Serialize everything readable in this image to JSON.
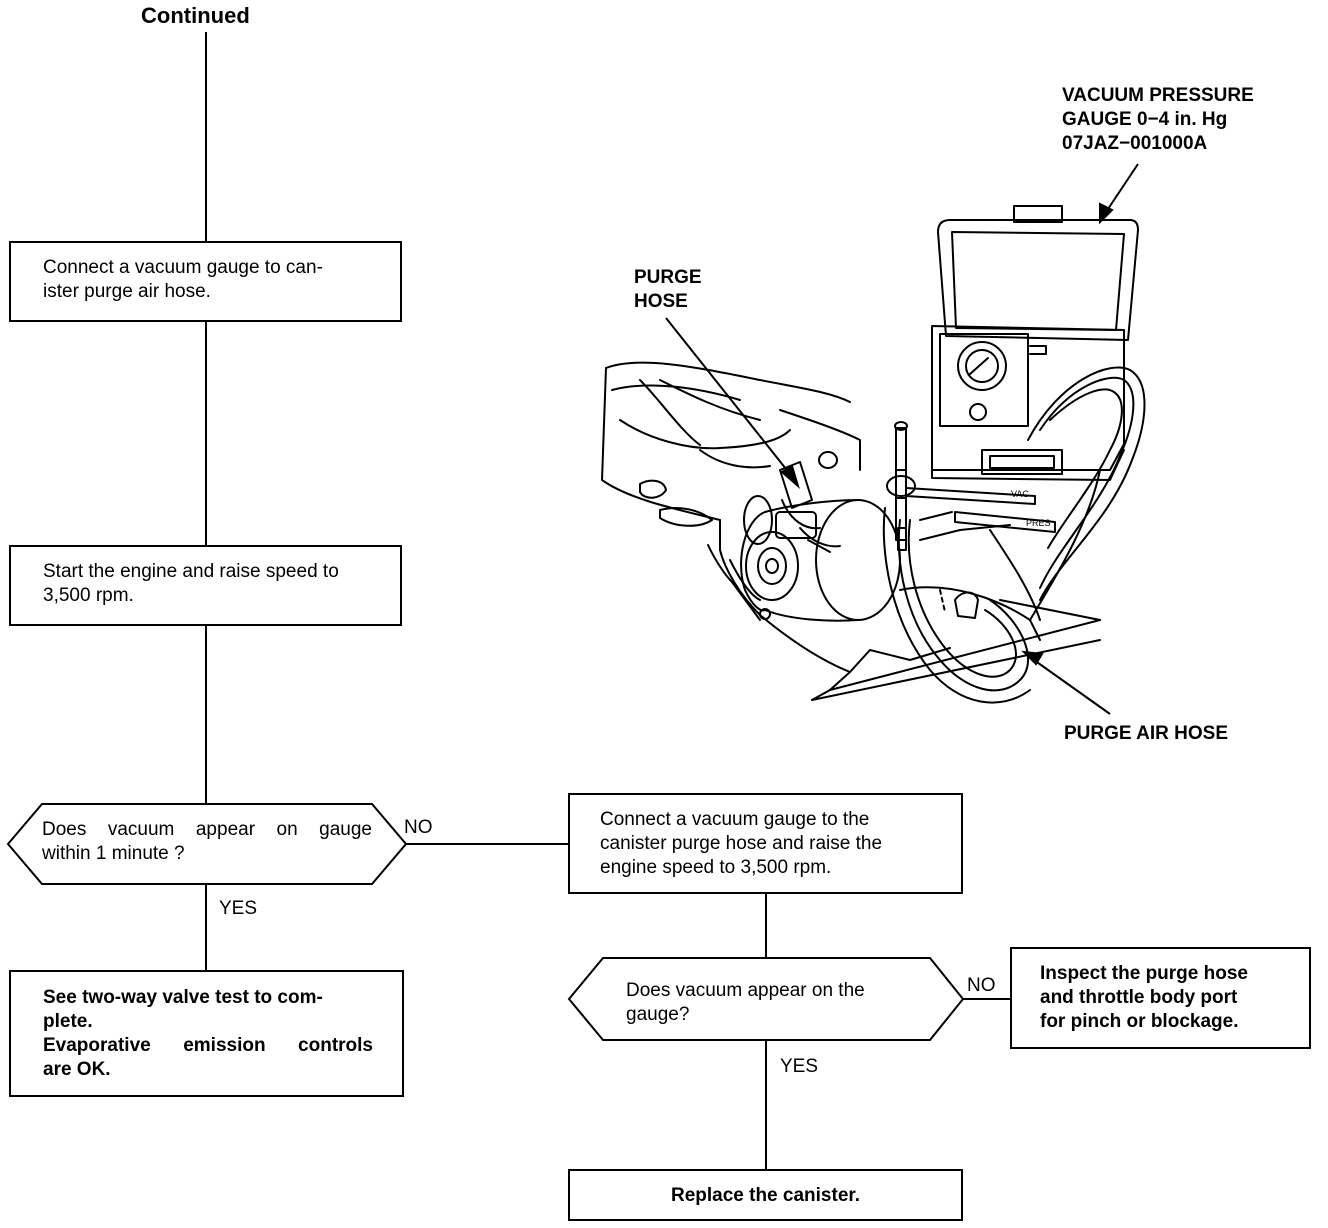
{
  "header": {
    "continued": "Continued"
  },
  "steps": {
    "connect_canister_air_hose": [
      "Connect a vacuum gauge to can-",
      "ister purge air hose."
    ],
    "start_engine": [
      "Start the engine and raise speed to",
      "3,500 rpm."
    ],
    "connect_purge_hose": [
      "Connect a vacuum gauge to the",
      "canister purge hose and raise the",
      "engine speed to 3,500 rpm."
    ],
    "see_two_way_valve": [
      "See two-way valve test to com-",
      "plete.",
      "Evaporative emission controls",
      "are OK."
    ],
    "inspect_purge_hose": [
      "Inspect the purge hose",
      "and throttle body port",
      "for pinch or blockage."
    ],
    "replace_canister": "Replace the canister."
  },
  "decisions": {
    "vacuum_within_1_minute": [
      "Does vacuum appear on gauge",
      "within 1 minute ?"
    ],
    "vacuum_on_gauge": [
      "Does vacuum appear on the",
      "gauge?"
    ]
  },
  "branches": {
    "no_1": "NO",
    "yes_1": "YES",
    "no_2": "NO",
    "yes_2": "YES"
  },
  "illustration": {
    "gauge_label": [
      "VACUUM PRESSURE",
      "GAUGE 0−4 in. Hg",
      "07JAZ−001000A"
    ],
    "purge_hose_label": [
      "PURGE",
      "HOSE"
    ],
    "purge_air_hose_label": "PURGE AIR HOSE",
    "port_vac": "VAC",
    "port_pres": "PRES"
  }
}
